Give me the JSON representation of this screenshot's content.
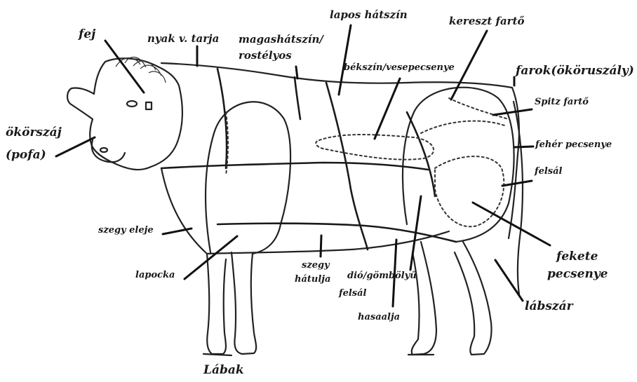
{
  "labels": {
    "fej": "fej",
    "nyak": "nyak v. tarja",
    "magashatszin_1": "magashátszín/",
    "magashatszin_2": "rostélyos",
    "lapos": "lapos hátszín",
    "kereszt": "kereszt fartő",
    "bekszin": "békszín/vesepecsenye",
    "farok": "farok(ököruszály)",
    "spitz": "Spitz fartő",
    "feher": "fehér pecsenye",
    "felsal": "felsál",
    "okorszaj_1": "ökörszáj",
    "okorszaj_2": "(pofa)",
    "szegy_eleje": "szegy eleje",
    "lapocka": "lapocka",
    "szegy_hatulja_1": "szegy",
    "szegy_hatulja_2": "hátulja",
    "dio_1": "dió/gömbölyű",
    "dio_2": "felsál",
    "hasaalja": "hasaalja",
    "fekete_1": "fekete",
    "fekete_2": "pecsenye",
    "labszar": "lábszár",
    "labak": "Lábak"
  }
}
